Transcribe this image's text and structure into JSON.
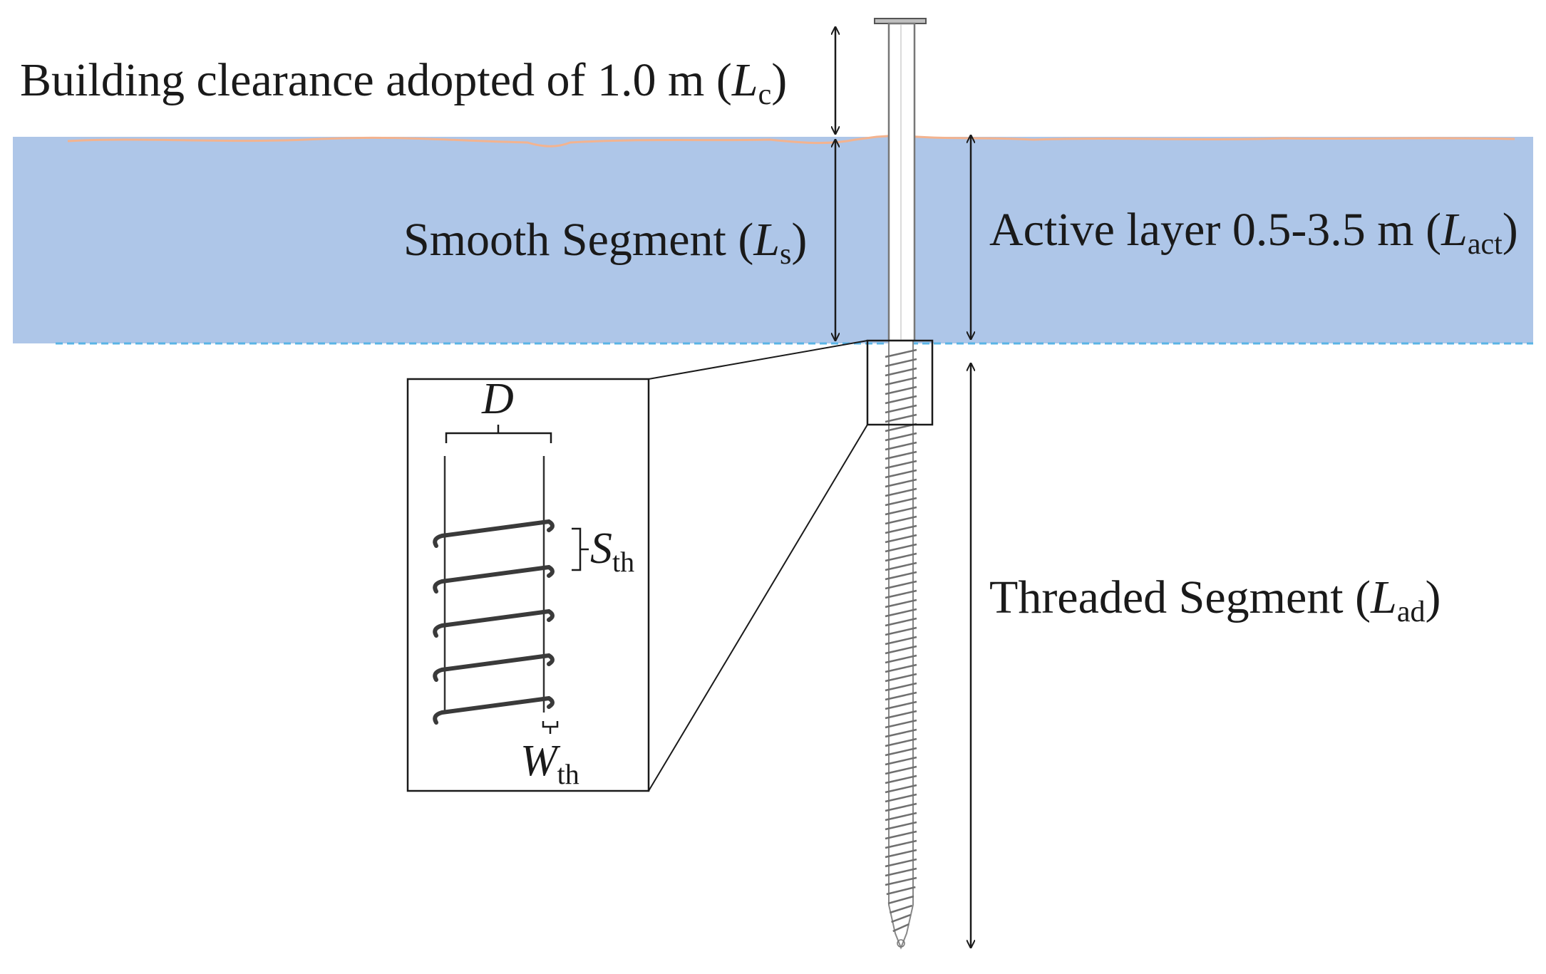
{
  "labels": {
    "clearance": {
      "text": "Building clearance adopted of 1.0 m (",
      "symbol": "L",
      "sub": "c",
      "close": ")"
    },
    "smooth": {
      "text": "Smooth Segment (",
      "symbol": "L",
      "sub": "s",
      "close": ")"
    },
    "active": {
      "text": "Active layer 0.5-3.5 m (",
      "symbol": "L",
      "sub": "act",
      "close": ")"
    },
    "threaded": {
      "text": "Threaded Segment (",
      "symbol": "L",
      "sub": "ad",
      "close": ")"
    }
  },
  "detail": {
    "diameter": {
      "symbol": "D"
    },
    "spacing": {
      "symbol": "S",
      "sub": "th"
    },
    "width": {
      "symbol": "W",
      "sub": "th"
    }
  },
  "colors": {
    "active_layer": "#aec6e8",
    "ground_line": "#f3b38f",
    "permafrost_line": "#5ab4e6",
    "ink": "#1a1a1a"
  }
}
